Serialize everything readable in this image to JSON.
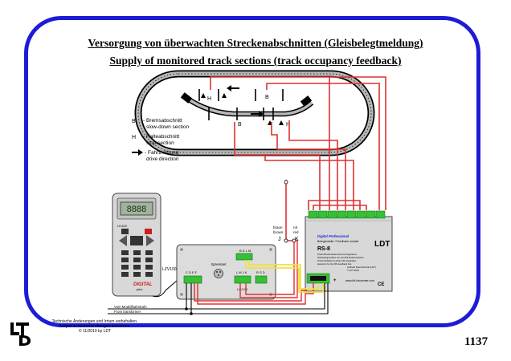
{
  "title_de": "Versorgung von überwachten Streckenabschnitten (Gleisbelegtmeldung)",
  "title_en": "Supply of monitored track sections (track occupancy feedback)",
  "track_labels": {
    "h": "H",
    "b": "B"
  },
  "legend": {
    "b_key": "B",
    "b_de": "- Bremsabschnitt",
    "b_en": "slow-down section",
    "h_key": "H",
    "h_de": "- Halteabschnitt",
    "h_en": "stop section",
    "dir_de": "- Fahrtrichtung",
    "dir_en": "drive direction"
  },
  "handheld": {
    "display": "8888",
    "brand": "DIGITAL",
    "brand_sub": "plus",
    "label": "LH100"
  },
  "lzv": {
    "name": "LZV100",
    "center": "Xpressnet",
    "term_top": "B D L M",
    "term_left": "C D E F",
    "term_mid": "L M J K",
    "term_right": "R S D",
    "bottom_label": "LZV100"
  },
  "wires": {
    "j_top": "braun",
    "j_bottom": "brown",
    "j_letter": "J",
    "k_top": "rot",
    "k_bottom": "red",
    "k_letter": "K"
  },
  "rs8": {
    "line1": "Digital Professional",
    "line2": "Belegtmelder / Feedback module",
    "model": "RS-8",
    "desc1": "8 fach Rückmeldemodul mit integrierten",
    "desc2": "Gleisbelegtmeldern für den RS-Rückmeldebus",
    "desc3": "8 fold feedback module with integrated",
    "desc4": "detectors for the RS-feedback bus",
    "maker": "Littfinski DatenTechnik (LDT)",
    "copyright": "© LDT 2010",
    "site": "www.ldt-infocenter.com",
    "marks": "CE",
    "logo": "LDT"
  },
  "power_labels": {
    "line1": "Vom Modellbahntrafo",
    "line2": "From transformer"
  },
  "disclaimer": {
    "line1": "Technische Änderungen und Irrtum vorbehalten.",
    "line2": "Subject to technical changes and errors.",
    "line3": "© 11/2010 by LDT"
  },
  "logo_text": "LDT",
  "page_number": "1137",
  "colors": {
    "frame": "#1c1cd6",
    "wire_red": "#e03030",
    "wire_yellow": "#f0e040",
    "wire_black": "#000000",
    "terminal_green": "#35c035",
    "module_gray": "#d8d8d8",
    "brand_red": "#d01818"
  }
}
